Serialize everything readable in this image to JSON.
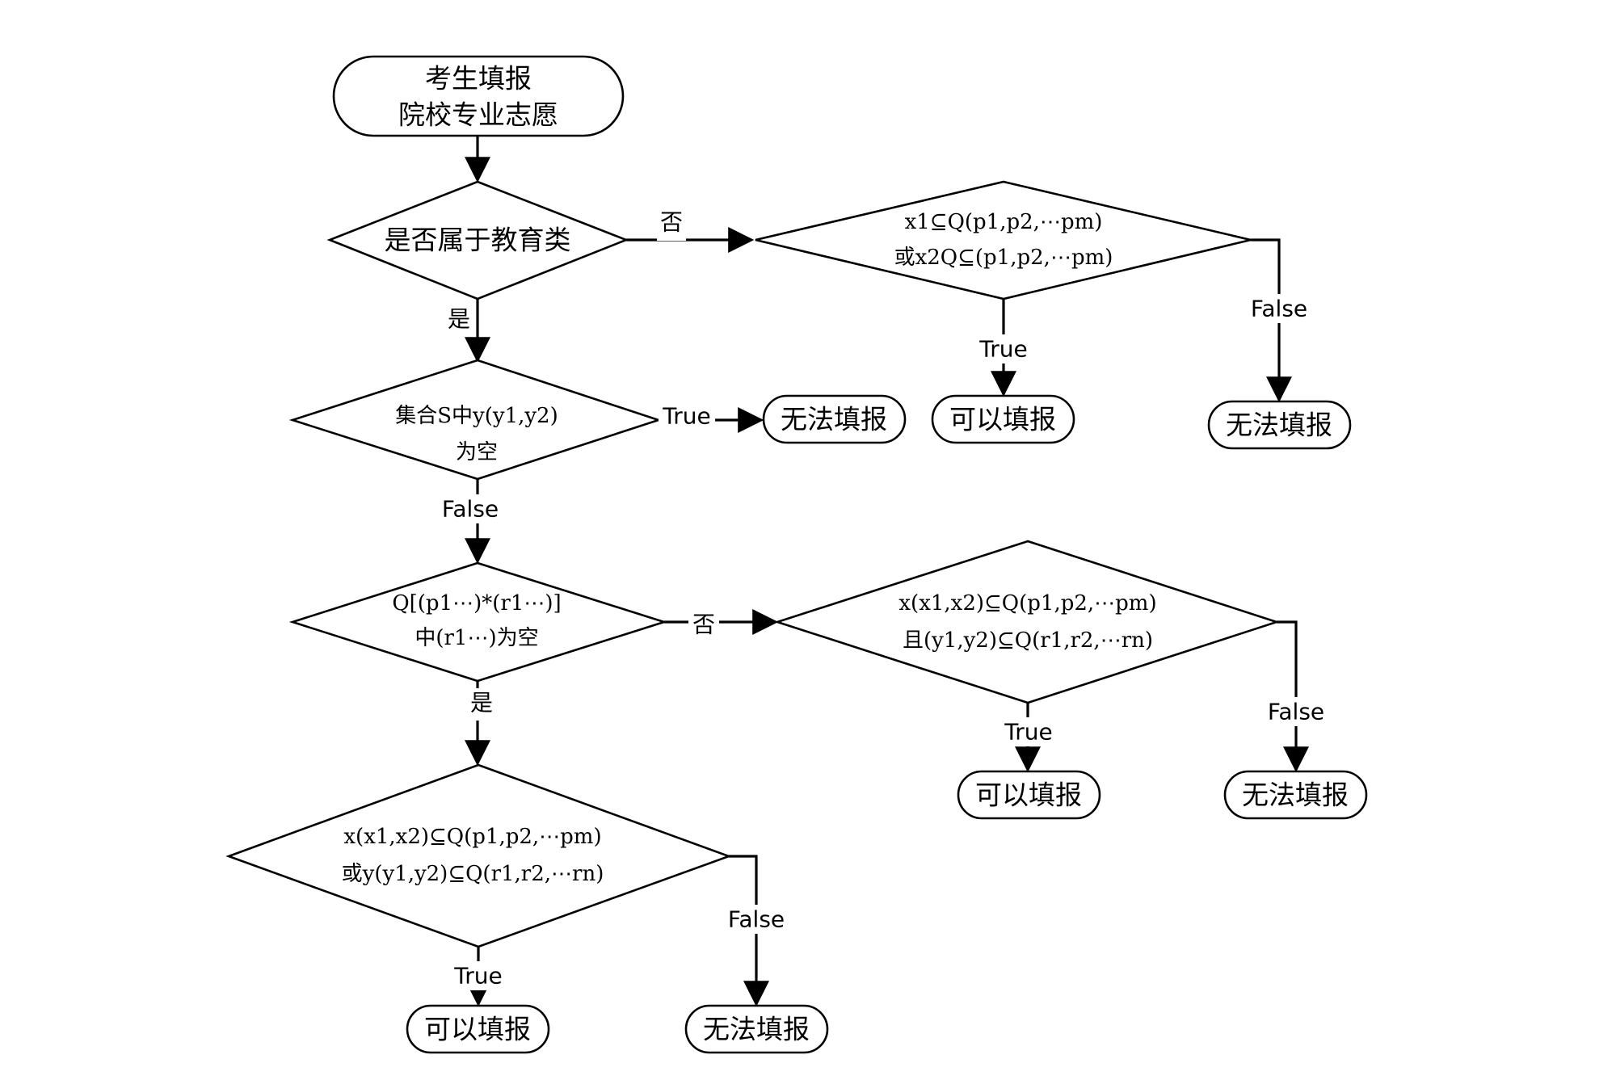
{
  "colors": {
    "stroke": "#000000",
    "fill": "#ffffff",
    "text": "#000000"
  },
  "nodes": {
    "start": {
      "line1": "考生填报",
      "line2": "院校专业志愿"
    },
    "d1": {
      "text": "是否属于教育类"
    },
    "d2": {
      "line1": "x1⊆Q(p1,p2,⋯pm)",
      "line2": "或x2Q⊆(p1,p2,⋯pm)"
    },
    "d3": {
      "line1": "集合S中y(y1,y2)",
      "line2": "为空"
    },
    "d4": {
      "line1": "Q[(p1⋯)*(r1⋯)]",
      "line2": "中(r1⋯)为空"
    },
    "d5": {
      "line1": "x(x1,x2)⊆Q(p1,p2,⋯pm)",
      "line2": "且(y1,y2)⊆Q(r1,r2,⋯rn)"
    },
    "d6": {
      "line1": "x(x1,x2)⊆Q(p1,p2,⋯pm)",
      "line2": "或y(y1,y2)⊆Q(r1,r2,⋯rn)"
    },
    "t1": {
      "text": "无法填报"
    },
    "t2": {
      "text": "可以填报"
    },
    "t3": {
      "text": "无法填报"
    },
    "t4": {
      "text": "可以填报"
    },
    "t5": {
      "text": "无法填报"
    },
    "t6": {
      "text": "可以填报"
    },
    "t7": {
      "text": "无法填报"
    }
  },
  "edge_labels": {
    "d1_no": "否",
    "d1_yes": "是",
    "d2_true": "True",
    "d2_false": "False",
    "d3_true": "True",
    "d3_false": "False",
    "d4_no": "否",
    "d4_yes": "是",
    "d5_true": "True",
    "d5_false": "False",
    "d6_true": "True",
    "d6_false": "False"
  }
}
